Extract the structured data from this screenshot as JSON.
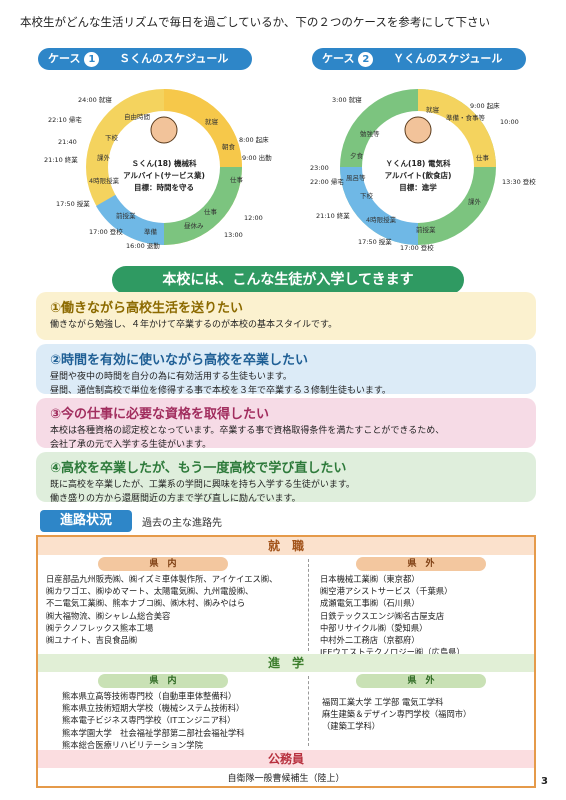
{
  "intro": "本校生がどんな生活リズムで毎日を過ごしているか、下の２つのケースを参考にして下さい",
  "case1": {
    "num": "1",
    "tag": "ケース",
    "title": "Ｓくんのスケジュール",
    "person_line1": "Ｓくん(18) 機械科",
    "person_line2": "アルバイト(サービス業)",
    "person_line3": "目標：時間を守る",
    "segments": [
      "就寝",
      "朝食",
      "仕事",
      "昼休み",
      "仕事",
      "準備",
      "前授業",
      "4時限授業",
      "課外",
      "下校",
      "自由時間"
    ],
    "times": [
      "24:00 就寝",
      "8:00 起床",
      "9:00 出勤",
      "12:00",
      "13:00",
      "16:00 退勤",
      "17:00 登校",
      "17:50 授業",
      "21:10 終業",
      "21:40",
      "22:10 帰宅"
    ]
  },
  "case2": {
    "num": "2",
    "tag": "ケース",
    "title": "Ｙくんのスケジュール",
    "person_line1": "Ｙくん(18) 電気科",
    "person_line2": "アルバイト(飲食店)",
    "person_line3": "目標：進学",
    "segments": [
      "就寝",
      "準備・食事等",
      "仕事",
      "課外",
      "前授業",
      "4時限授業",
      "下校",
      "風呂等",
      "夕食",
      "勉強等"
    ],
    "times": [
      "3:00 就寝",
      "9:00 起床",
      "10:00",
      "13:30 登校",
      "17:00 登校",
      "17:50 授業",
      "21:10 終業",
      "22:00 帰宅",
      "23:00"
    ]
  },
  "banner": "本校には、こんな生徒が入学してきます",
  "features": [
    {
      "title": "①働きながら高校生活を送りたい",
      "lines": [
        "働きながら勉強し、４年かけて卒業するのが本校の基本スタイルです。"
      ]
    },
    {
      "title": "②時間を有効に使いながら高校を卒業したい",
      "lines": [
        "昼間や夜中の時間を自分の為に有効活用する生徒もいます。",
        "昼間、通信制高校で単位を修得する事で本校を３年で卒業する３修制生徒もいます。"
      ]
    },
    {
      "title": "③今の仕事に必要な資格を取得したい",
      "lines": [
        "本校は各種資格の認定校となっています。卒業する事で資格取得条件を満たすことができるため、",
        "会社了承の元で入学する生徒がいます。"
      ]
    },
    {
      "title": "④高校を卒業したが、もう一度高校で学び直したい",
      "lines": [
        "既に高校を卒業したが、工業系の学問に興味を持ち入学する生徒がいます。",
        "働き盛りの方から還暦間近の方まで学び直しに励んでいます。"
      ]
    }
  ],
  "career": {
    "heading": "進路状況",
    "subheading": "過去の主な進路先",
    "job": {
      "label": "就　職",
      "in_label": "県　内",
      "out_label": "県　外",
      "in_lines": [
        "日産部品九州販売㈱、㈱イズミ車体製作所、アイケイエス㈱、",
        "㈱カワゴエ、㈱ゆめマート、太陽電気㈱、九州電設㈱、",
        "不二電気工業㈱、熊本ナブコ㈱、㈱木村、㈱みやはら",
        "㈱大福物流、㈱シャレム総合美容",
        "㈱テクノフレックス熊本工場",
        "㈱ユナイト、吉良食品㈱"
      ],
      "out_lines": [
        "日本機械工業㈱（東京都）",
        "㈱空港アシストサービス（千葉県）",
        "成瀬電気工事㈱（石川県）",
        "日鉄テックスエンジ㈱名古屋支店",
        "中部リサイクル㈱（愛知県）",
        "中村外二工務店（京都府）",
        "JFEウエストテクノロジー㈱（広島県）"
      ]
    },
    "adv": {
      "label": "進　学",
      "in_label": "県　内",
      "out_label": "県　外",
      "in_lines": [
        "熊本県立高等技術専門校（自動車車体整備科）",
        "熊本県立技術短期大学校（機械システム技術科）",
        "熊本電子ビジネス専門学校（ITエンジニア科）",
        "熊本学園大学　社会福祉学部第二部社会福祉学科",
        "熊本総合医療リハビリテーション学院"
      ],
      "out_lines": [
        "福岡工業大学 工学部 電気工学科",
        "麻生建築＆デザイン専門学校（福岡市）",
        "（建築工学科）"
      ]
    },
    "pub": {
      "label": "公務員",
      "line": "自衛隊一般曹候補生（陸上）"
    }
  },
  "page_number": "3",
  "colors": {
    "blue": "#2e86c8",
    "green": "#2f9a62",
    "orange": "#e59a4a",
    "yellow_seg": "#f4d35e",
    "green_seg": "#7cc47f",
    "blue_seg": "#6fb8e6"
  }
}
